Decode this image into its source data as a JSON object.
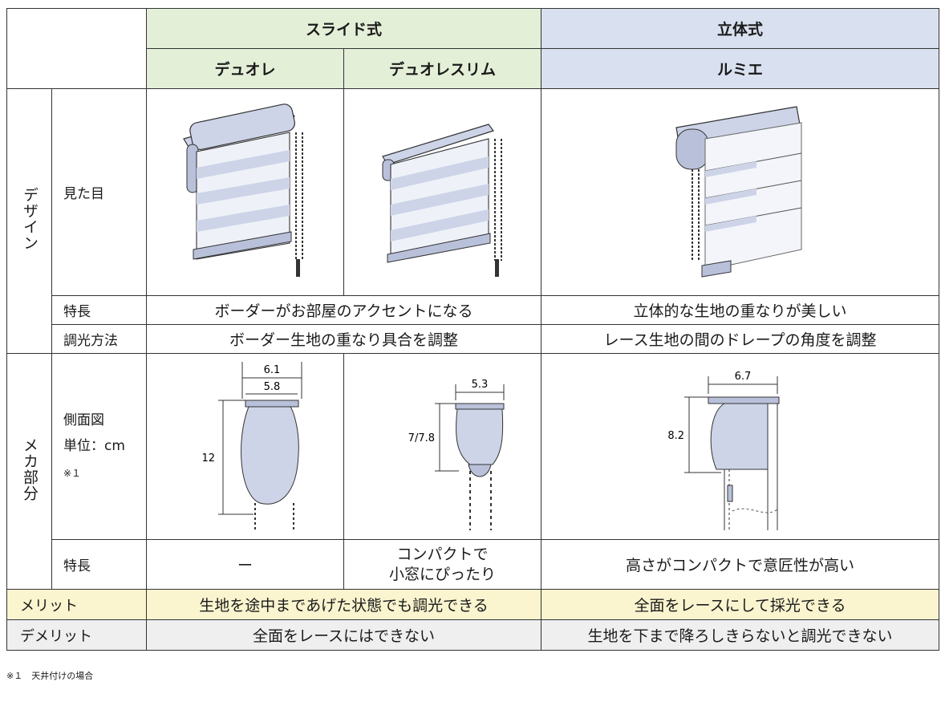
{
  "header": {
    "slide": "スライド式",
    "rittai": "立体式",
    "duore": "デュオレ",
    "duore_slim": "デュオレスリム",
    "rumie": "ルミエ"
  },
  "design": {
    "group_label": "デザイン",
    "mitame": "見た目",
    "tokucho_label": "特長",
    "tokucho_slide": "ボーダーがお部屋のアクセントになる",
    "tokucho_rittai": "立体的な生地の重なりが美しい",
    "choko_label": "調光方法",
    "choko_slide": "ボーダー生地の重なり具合を調整",
    "choko_rittai": "レース生地の間のドレープの角度を調整"
  },
  "meka": {
    "group_label": "メカ部分",
    "sokumen_line1": "側面図",
    "sokumen_line2": "単位：cm",
    "sokumen_note": "※１",
    "tokucho_label": "特長",
    "tokucho_duore": "ー",
    "tokucho_slim_line1": "コンパクトで",
    "tokucho_slim_line2": "小窓にぴったり",
    "tokucho_rumie": "高さがコンパクトで意匠性が高い",
    "dims_duore": {
      "outer": "6.1",
      "inner": "5.8",
      "height": "12"
    },
    "dims_slim": {
      "width": "5.3",
      "height": "7/7.8"
    },
    "dims_rumie": {
      "width": "6.7",
      "height": "8.2"
    }
  },
  "merit": {
    "label": "メリット",
    "slide": "生地を途中まであげた状態でも調光できる",
    "rittai": "全面をレースにして採光できる"
  },
  "demerit": {
    "label": "デメリット",
    "slide": "全面をレースにはできない",
    "rittai": "生地を下まで降ろしきらないと調光できない"
  },
  "footnote": "※１　天井付けの場合",
  "colors": {
    "slide_header": "#e4efd8",
    "rittai_header": "#d9e0ef",
    "merit_row": "#faf4cf",
    "demerit_row": "#efefef",
    "blind_fill": "#cdd4e8"
  }
}
